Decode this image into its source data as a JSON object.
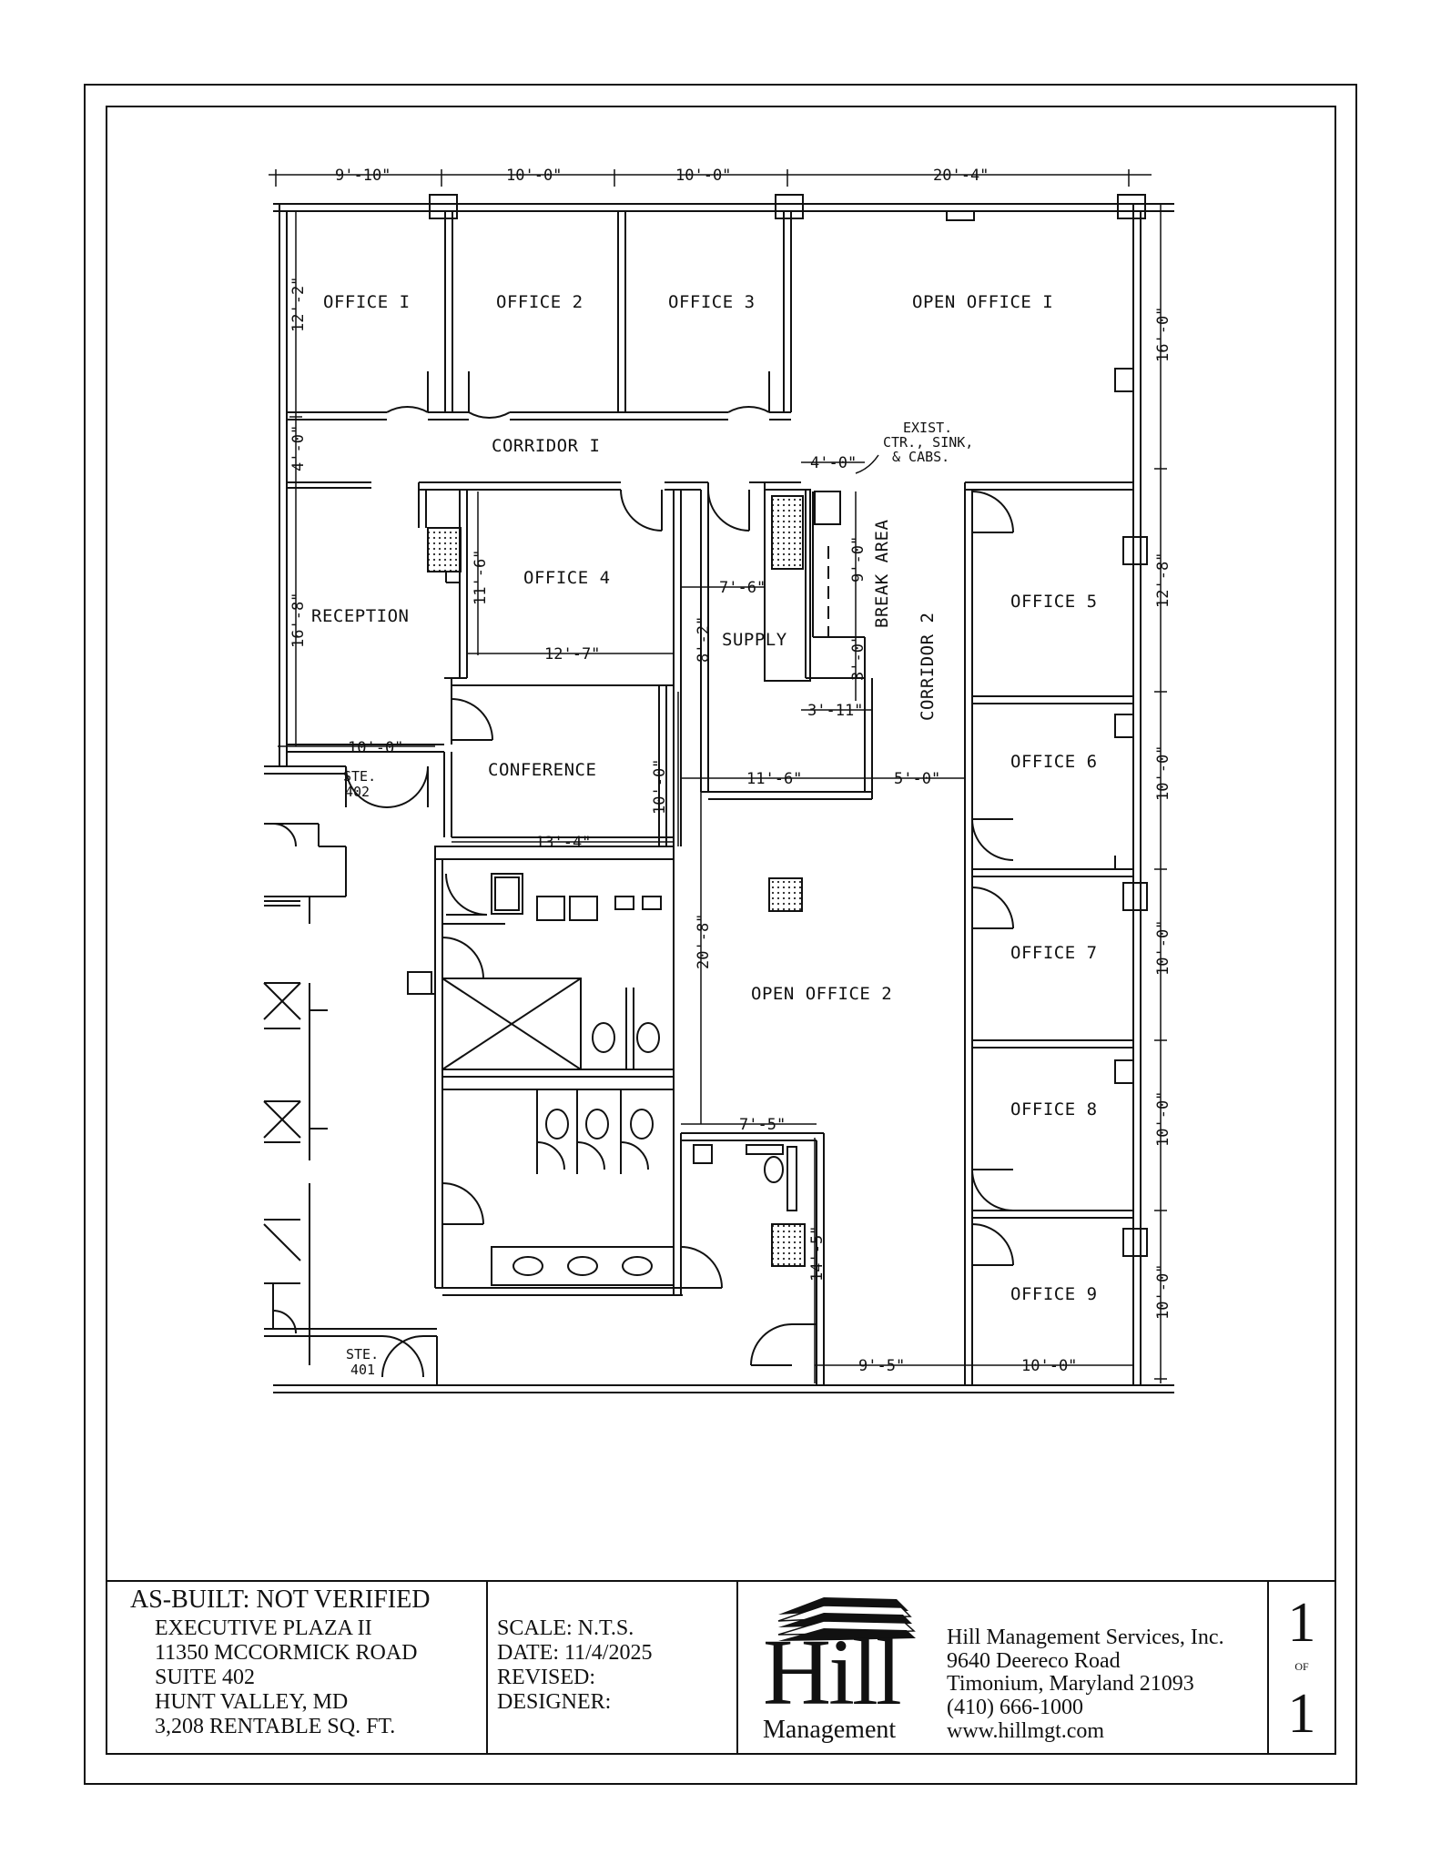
{
  "plan": {
    "rooms": {
      "office1": "OFFICE I",
      "office2": "OFFICE 2",
      "office3": "OFFICE 3",
      "open_office1": "OPEN OFFICE I",
      "corridor1": "CORRIDOR I",
      "corridor2": "CORRIDOR 2",
      "office4": "OFFICE 4",
      "reception": "RECEPTION",
      "supply": "SUPPLY",
      "break_area": "BREAK AREA",
      "office5": "OFFICE 5",
      "office6": "OFFICE 6",
      "office7": "OFFICE 7",
      "office8": "OFFICE 8",
      "office9": "OFFICE 9",
      "conference": "CONFERENCE",
      "open_office2": "OPEN OFFICE 2"
    },
    "notes": {
      "exist_line1": "EXIST.",
      "exist_line2": "CTR., SINK,",
      "exist_line3": "& CABS.",
      "ste402_a": "STE.",
      "ste402_b": "402",
      "ste401_a": "STE.",
      "ste401_b": "401"
    },
    "dimensions": {
      "top1": "9'-10\"",
      "top2": "10'-0\"",
      "top3": "10'-0\"",
      "top4": "20'-4\"",
      "off1_h": "12'-2\"",
      "corr_h": "4'-0\"",
      "recep_h": "16'-8\"",
      "recep_w": "10'-0\"",
      "off4_h": "11'-6\"",
      "off4_w": "12'-7\"",
      "supply_w": "7'-6\"",
      "supply_h": "8'-2\"",
      "break_w": "4'-0\"",
      "break_h": "9'-0\"",
      "break_s": "3'-0\"",
      "break_w2": "3'-11\"",
      "oo2_w": "11'-6\"",
      "corr2_w": "5'-0\"",
      "conf_h": "10'-0\"",
      "conf_w": "13'-4\"",
      "oo2_h": "20'-8\"",
      "rr_w": "7'-5\"",
      "rr_h": "14'-5\"",
      "bot1": "9'-5\"",
      "bot2": "10'-0\"",
      "right1": "16'-0\"",
      "right2": "12'-8\"",
      "right3": "10'-0\"",
      "right4": "10'-0\"",
      "right5": "10'-0\"",
      "right6": "10'-0\""
    }
  },
  "title_block": {
    "status": "AS-BUILT: NOT VERIFIED",
    "building": "EXECUTIVE PLAZA II",
    "address": "11350 MCCORMICK ROAD",
    "suite": "SUITE 402",
    "city": "HUNT VALLEY, MD",
    "area": "3,208 RENTABLE SQ. FT.",
    "scale": "SCALE: N.T.S.",
    "date": "DATE: 11/4/2025",
    "revised": "REVISED:",
    "designer": "DESIGNER:",
    "logo_big": "Hill",
    "logo_small": "Management",
    "company": "Hill Management Services, Inc.",
    "street": "9640 Deereco Road",
    "citystate": "Timonium, Maryland  21093",
    "phone": "(410) 666-1000",
    "web": "www.hillmgt.com",
    "sheet_num": "1",
    "sheet_of": "OF",
    "sheet_total": "1"
  }
}
